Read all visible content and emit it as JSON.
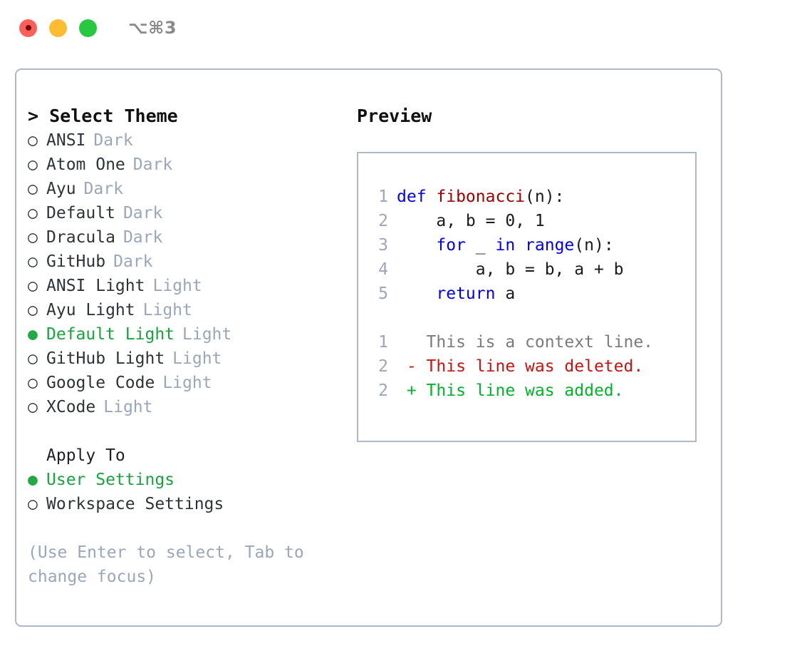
{
  "titlebar": {
    "lights": [
      {
        "name": "close",
        "color": "#FF5F57"
      },
      {
        "name": "minimize",
        "color": "#FEBC2E"
      },
      {
        "name": "maximize",
        "color": "#28C840"
      }
    ],
    "shortcut": "⌥⌘3"
  },
  "theme_panel": {
    "header": "> Select Theme",
    "items": [
      {
        "marker": "○",
        "label": "ANSI",
        "badge": "Dark",
        "selected": false
      },
      {
        "marker": "○",
        "label": "Atom One",
        "badge": "Dark",
        "selected": false
      },
      {
        "marker": "○",
        "label": "Ayu",
        "badge": "Dark",
        "selected": false
      },
      {
        "marker": "○",
        "label": "Default",
        "badge": "Dark",
        "selected": false
      },
      {
        "marker": "○",
        "label": "Dracula",
        "badge": "Dark",
        "selected": false
      },
      {
        "marker": "○",
        "label": "GitHub",
        "badge": "Dark",
        "selected": false
      },
      {
        "marker": "○",
        "label": "ANSI Light",
        "badge": "Light",
        "selected": false
      },
      {
        "marker": "○",
        "label": "Ayu Light",
        "badge": "Light",
        "selected": false
      },
      {
        "marker": "●",
        "label": "Default Light",
        "badge": "Light",
        "selected": true
      },
      {
        "marker": "○",
        "label": "GitHub Light",
        "badge": "Light",
        "selected": false
      },
      {
        "marker": "○",
        "label": "Google Code",
        "badge": "Light",
        "selected": false
      },
      {
        "marker": "○",
        "label": "XCode",
        "badge": "Light",
        "selected": false
      }
    ],
    "apply_to": {
      "header": "Apply To",
      "options": [
        {
          "marker": "●",
          "label": "User Settings",
          "selected": true
        },
        {
          "marker": "○",
          "label": "Workspace Settings",
          "selected": false
        }
      ]
    },
    "hint": "(Use Enter to select, Tab to change focus)"
  },
  "preview": {
    "title": "Preview",
    "code_lines": [
      {
        "no": "1",
        "segments": [
          {
            "t": "def ",
            "c": "kw"
          },
          {
            "t": "fibonacci",
            "c": "fn"
          },
          {
            "t": "(n):",
            "c": "plain"
          }
        ]
      },
      {
        "no": "2",
        "segments": [
          {
            "t": "    a, b = 0, 1",
            "c": "plain"
          }
        ]
      },
      {
        "no": "3",
        "segments": [
          {
            "t": "    ",
            "c": "plain"
          },
          {
            "t": "for",
            "c": "kw"
          },
          {
            "t": " _ ",
            "c": "plain"
          },
          {
            "t": "in",
            "c": "kw"
          },
          {
            "t": " ",
            "c": "plain"
          },
          {
            "t": "range",
            "c": "kw"
          },
          {
            "t": "(n):",
            "c": "plain"
          }
        ]
      },
      {
        "no": "4",
        "segments": [
          {
            "t": "        a, b = b, a + b",
            "c": "plain"
          }
        ]
      },
      {
        "no": "5",
        "segments": [
          {
            "t": "    ",
            "c": "plain"
          },
          {
            "t": "return",
            "c": "kw"
          },
          {
            "t": " a",
            "c": "plain"
          }
        ]
      }
    ],
    "diff_lines": [
      {
        "no": "1",
        "segments": [
          {
            "t": "   This is a context line.",
            "c": "ctx"
          }
        ]
      },
      {
        "no": "2",
        "segments": [
          {
            "t": " - This line was deleted.",
            "c": "del"
          }
        ]
      },
      {
        "no": "2",
        "segments": [
          {
            "t": " + This line was added.",
            "c": "add"
          }
        ]
      }
    ]
  },
  "colors": {
    "accent_green": "#19A33F",
    "muted_badge": "#9aa7bb",
    "border": "#aeb8c8",
    "keyword": "#0000EE",
    "function": "#9C0000",
    "diff_delete": "#CC1111",
    "diff_add": "#00B42A"
  }
}
